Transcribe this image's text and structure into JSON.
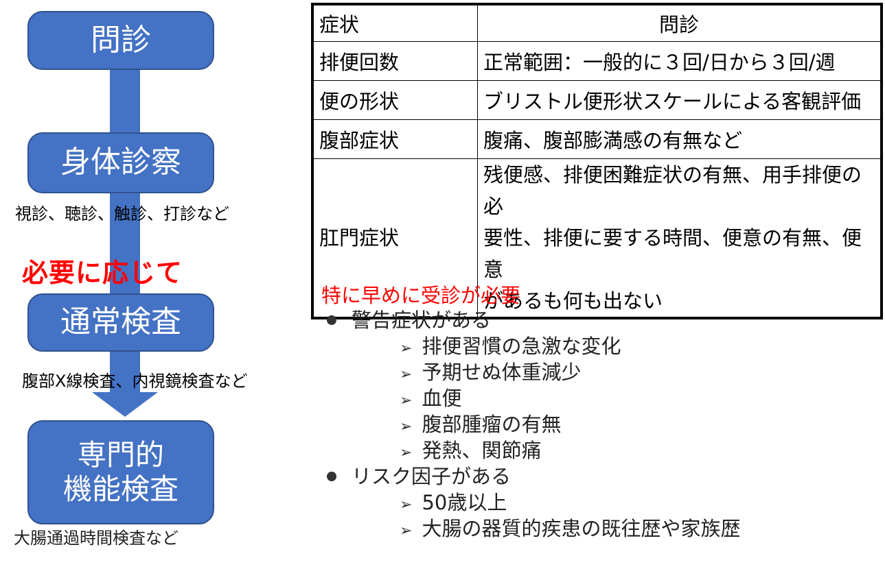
{
  "flow": {
    "steps": {
      "s1": "問診",
      "s2": "身体診察",
      "s3": "通常検査",
      "s4_line1": "専門的",
      "s4_line2": "機能検査"
    },
    "notes": {
      "n2": "視診、聴診、触診、打診など",
      "n3": "腹部X線検査、内視鏡検査など",
      "n4": "大腸通過時間検査など"
    },
    "as_needed": "必要に応じて"
  },
  "table": {
    "header": {
      "col1": "症状",
      "col2": "問診"
    },
    "rows": [
      {
        "symptom": "排便回数",
        "detail": "正常範囲：一般的に３回/日から３回/週"
      },
      {
        "symptom": "便の形状",
        "detail": "ブリストル便形状スケールによる客観評価"
      },
      {
        "symptom": "腹部症状",
        "detail": "腹痛、腹部膨満感の有無など"
      },
      {
        "symptom": "肛門症状",
        "detail_lines": [
          "残便感、排便困難症状の有無、用手排便の必",
          "要性、排便に要する時間、便意の有無、便意",
          "があるも何も出ない"
        ]
      }
    ]
  },
  "urgent": {
    "title": "特に早めに受診が必要",
    "groups": [
      {
        "label": "警告症状がある",
        "items": [
          "排便習慣の急激な変化",
          "予期せぬ体重減少",
          "血便",
          "腹部腫瘤の有無",
          "発熱、関節痛"
        ]
      },
      {
        "label": "リスク因子がある",
        "items": [
          "50歳以上",
          "大腸の器質的疾患の既往歴や家族歴"
        ]
      }
    ]
  },
  "colors": {
    "box_fill": "#4472c4",
    "box_border": "#2f528f",
    "accent_red": "#ff0000"
  },
  "icons": {
    "bullet_level1": "filled-circle",
    "bullet_level2": "right-arrowhead"
  }
}
